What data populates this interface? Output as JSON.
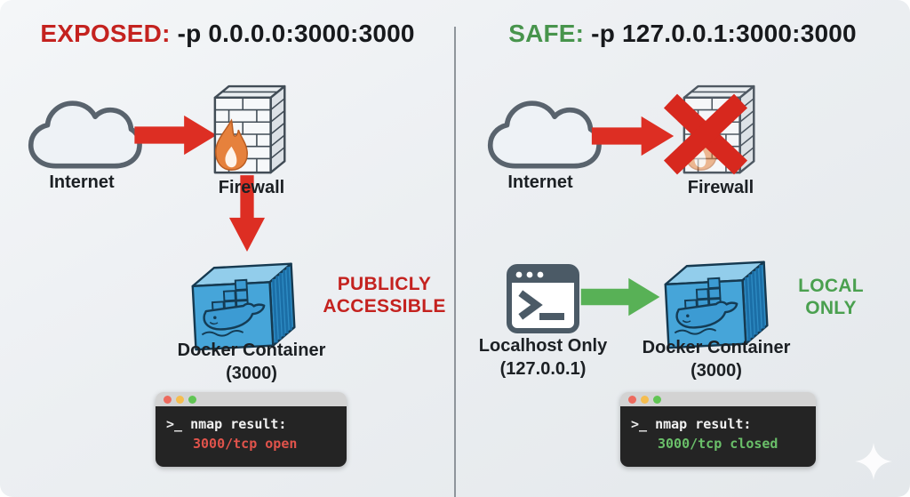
{
  "panels": {
    "left": {
      "title_status": "EXPOSED:",
      "title_command": " -p 0.0.0.0:3000:3000",
      "internet_label": "Internet",
      "firewall_label": "Firewall",
      "container_label": "Docker Container",
      "container_port": "(3000)",
      "access_line1": "PUBLICLY",
      "access_line2": "ACCESSIBLE",
      "terminal": {
        "prompt": ">_",
        "result_line": " nmap result:",
        "status_line": "3000/tcp open"
      }
    },
    "right": {
      "title_status": "SAFE:",
      "title_command": " -p 127.0.0.1:3000:3000",
      "internet_label": "Internet",
      "firewall_label": "Firewall",
      "localhost_label": "Localhost Only",
      "localhost_ip": "(127.0.0.1)",
      "container_label": "Docker Container",
      "container_port": "(3000)",
      "access_line1": "LOCAL",
      "access_line2": "ONLY",
      "terminal": {
        "prompt": ">_",
        "result_line": " nmap result:",
        "status_line": "3000/tcp closed"
      }
    }
  },
  "colors": {
    "exposed_red": "#c4221f",
    "safe_green": "#47944c",
    "arrow_red": "#dd2e23",
    "arrow_green": "#58b156",
    "x_mark_red": "#d7281e",
    "terminal_open_red": "#e0534b",
    "terminal_closed_green": "#6abf69",
    "terminal_background": "#242424",
    "container_blue": "#46a5d9"
  },
  "icons": {
    "left": [
      "cloud-icon",
      "firewall-icon",
      "flame-icon",
      "red-arrow-icon",
      "red-down-arrow-icon",
      "docker-container-icon",
      "terminal-window"
    ],
    "right": [
      "cloud-icon",
      "firewall-icon",
      "x-mark-icon",
      "red-arrow-icon",
      "localhost-terminal-icon",
      "green-arrow-icon",
      "docker-container-icon",
      "terminal-window",
      "sparkle-icon"
    ]
  }
}
